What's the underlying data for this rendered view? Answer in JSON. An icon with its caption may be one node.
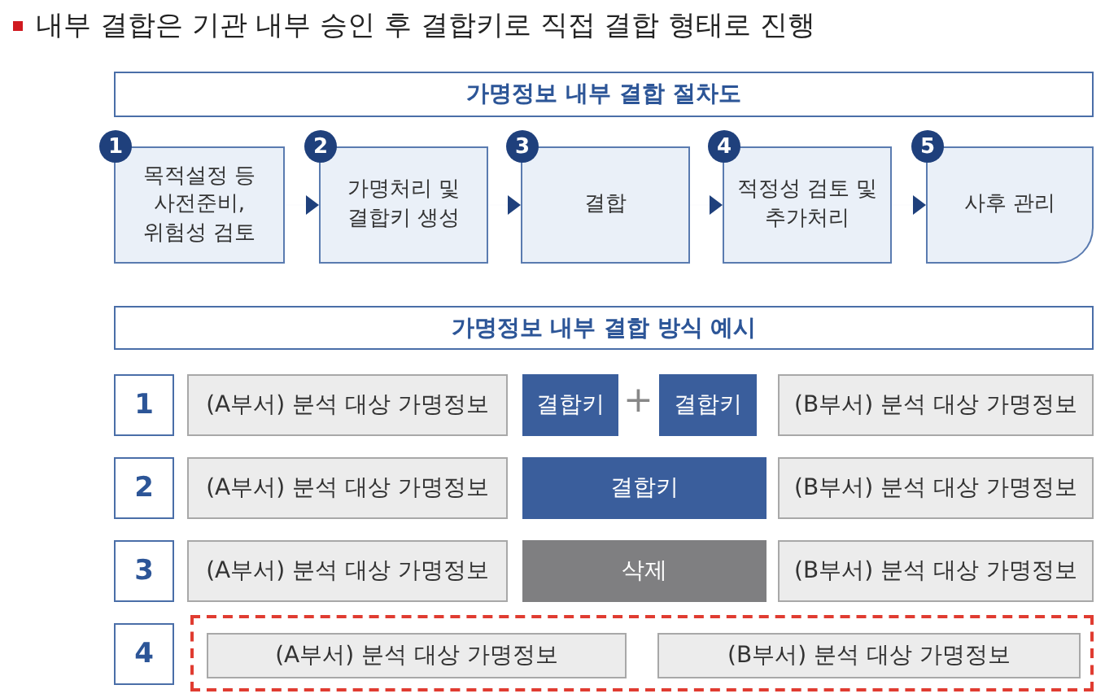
{
  "diagram": {
    "title": "내부 결합은 기관 내부 승인 후 결합키로 직접 결합 형태로 진행",
    "nodes": [
      {
        "text": [
          "가명정보 내부 결합 절차도"
        ]
      },
      {
        "text": [
          "1"
        ]
      },
      {
        "text": [
          "목적설정 등 사전준비, 위험성 검토"
        ]
      },
      {
        "text": [
          "2"
        ]
      },
      {
        "text": [
          "가명처리 및 결합키 생성"
        ]
      },
      {
        "text": [
          "3"
        ]
      },
      {
        "text": [
          "결합"
        ]
      },
      {
        "text": [
          "4"
        ]
      },
      {
        "text": [
          "적정성 검토 및 추가처리"
        ]
      },
      {
        "text": [
          "5"
        ]
      },
      {
        "text": [
          "사후 관리"
        ]
      },
      {
        "text": [
          "가명정보 내부 결합 방식 예시"
        ]
      },
      {
        "text": [
          "1"
        ]
      },
      {
        "text": [
          "(A부서) 분석 대상 가명정보"
        ]
      },
      {
        "text": [
          "결합키"
        ]
      },
      {
        "text": [
          "결합키"
        ]
      },
      {
        "text": [
          "(B부서) 분석 대상 가명정보"
        ]
      },
      {
        "text": [
          "2"
        ]
      },
      {
        "text": [
          "(A부서) 분석 대상 가명정보"
        ]
      },
      {
        "text": [
          "결합키"
        ]
      },
      {
        "text": [
          "(B부서) 분석 대상 가명정보"
        ]
      },
      {
        "text": [
          "3"
        ]
      },
      {
        "text": [
          "(A부서) 분석 대상 가명정보"
        ]
      },
      {
        "text": [
          "삭제"
        ]
      },
      {
        "text": [
          "(B부서) 분석 대상 가명정보"
        ]
      },
      {
        "text": [
          "4"
        ]
      },
      {
        "text": [],
        "shape": "box"
      },
      {
        "text": [
          "(A부서) 분석 대상 가명정보"
        ],
        "in": 26
      },
      {
        "text": [
          "(B부서) 분석 대상 가명정보"
        ],
        "in": 26
      }
    ],
    "edges": [
      {
        "from": 2,
        "to": 4,
        "arrow": "to"
      },
      {
        "from": 4,
        "to": 6,
        "arrow": "to"
      },
      {
        "from": 6,
        "to": 8,
        "arrow": "to"
      },
      {
        "from": 8,
        "to": 10,
        "arrow": "to"
      }
    ],
    "labels": [
      "+"
    ]
  }
}
